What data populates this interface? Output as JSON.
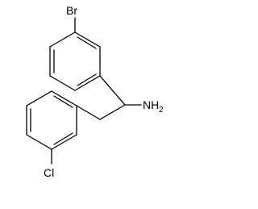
{
  "molecule": {
    "atoms": {
      "bromine": "Br",
      "amine": "NH",
      "amine_subscript": "2",
      "chlorine": "Cl"
    },
    "line_color": "#000000",
    "background": "#ffffff"
  }
}
